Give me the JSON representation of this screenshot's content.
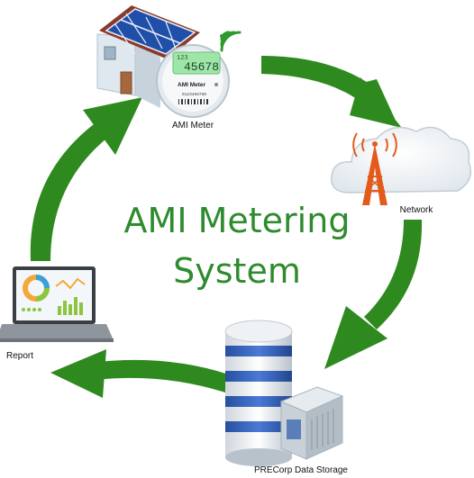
{
  "title": {
    "line1": "AMI Metering",
    "line2": "System"
  },
  "nodes": {
    "meter": {
      "label": "AMI Meter",
      "display_small": "123",
      "display_value": "45678",
      "brand": "AMI Meter",
      "serial": "0123456789"
    },
    "network": {
      "label": "Network"
    },
    "storage": {
      "label": "PRECorp Data Storage"
    },
    "report": {
      "label": "Report"
    }
  },
  "colors": {
    "arrow": "#2e8a1e",
    "title": "#2e8b2e",
    "solar": "#1f4fa8",
    "house_wall": "#dfe8ee",
    "storage_blue": "#3566c4",
    "tower": "#e35a1b"
  }
}
